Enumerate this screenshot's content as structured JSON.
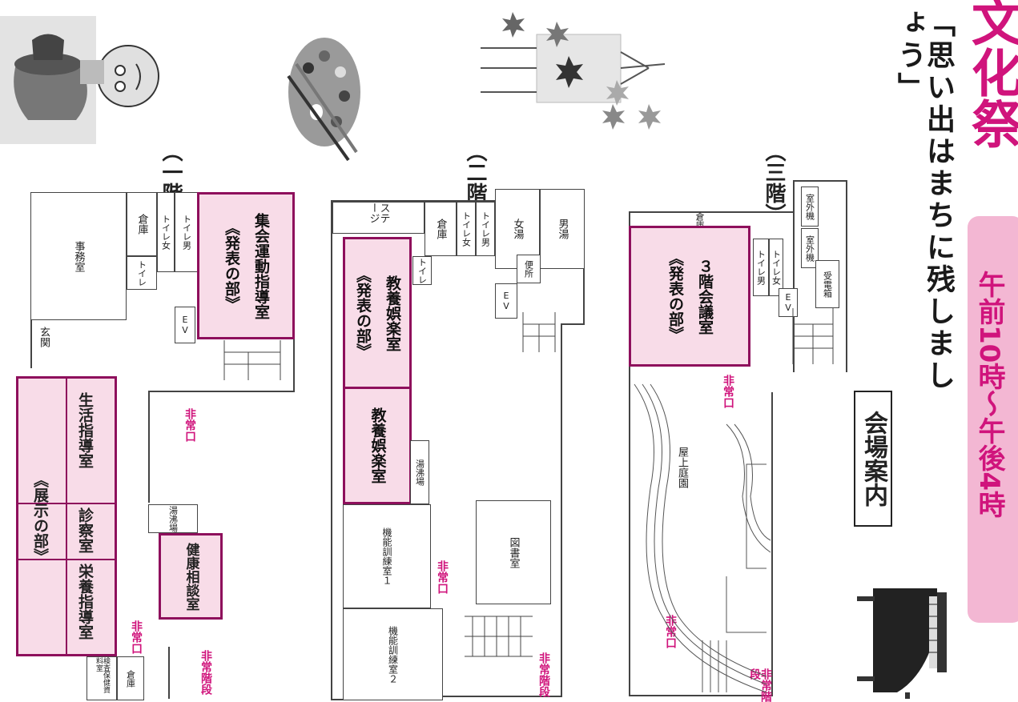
{
  "header": {
    "fest_partial": "文化祭",
    "slogan": "「思い出はまちに残しましょう」",
    "time": "午前10時〜午後4時",
    "guide": "会場案内"
  },
  "colors": {
    "accent": "#d0147c",
    "room_border": "#8e0f5c",
    "room_fill": "#f8dce8",
    "badge_bg": "#f3b7d3"
  },
  "icons": [
    "piano-icon",
    "easel-maple-icon",
    "palette-icon",
    "pottery-elder-icon"
  ],
  "floors": {
    "f3": {
      "label": "（三階）",
      "highlight_name": "３階会議室",
      "highlight_sub": "《発表の部》",
      "rooms": {
        "outdoor1": "室外機",
        "outdoor2": "室外機",
        "elec": "受電箱",
        "warehouse": "倉庫",
        "toilet_f": "トイレ女",
        "toilet_m": "トイレ男",
        "ev": "EV",
        "garden": "屋上庭園"
      },
      "exits": {
        "exit1": "非常口",
        "exit2": "非常口",
        "stairs": "非常階段"
      }
    },
    "f2": {
      "label": "（二階）",
      "highlight1_name": "教養娯楽室",
      "highlight1_sub": "《発表の部》",
      "highlight2_name": "教養娯楽室",
      "rooms": {
        "bath_m": "男湯",
        "bath_f": "女湯",
        "toilet": "便所",
        "ev": "EV",
        "toilet_m": "トイレ男",
        "toilet_f": "トイレ女",
        "warehouse": "倉庫",
        "stage": "ステージ",
        "toilet2": "トイレ",
        "kettle": "湯沸場",
        "gym1": "機能訓練室１",
        "gym2": "機能訓練室２",
        "library": "図書室"
      },
      "exits": {
        "exit1": "非常口",
        "stairs": "非常階段"
      }
    },
    "f1": {
      "label": "（一階）",
      "highlight_name": "集会運動指導室",
      "highlight_sub": "《発表の部》",
      "exhibit_col1": "生活指導室",
      "exhibit_col2_a": "診察室",
      "exhibit_col2_b": "栄養指導室",
      "exhibit_sub": "《展示の部》",
      "health_room": "健康相談室",
      "rooms": {
        "toilet_m": "トイレ男",
        "toilet_f": "トイレ女",
        "warehouse": "倉庫",
        "toilet": "トイレ",
        "office": "事務室",
        "ev": "EV",
        "entrance": "玄関",
        "kettle": "湯沸場",
        "warehouse2": "倉庫",
        "exam_room": "検査保健資料室"
      },
      "exits": {
        "exit1": "非常口",
        "exit2": "非常口",
        "stairs": "非常階段"
      }
    }
  }
}
